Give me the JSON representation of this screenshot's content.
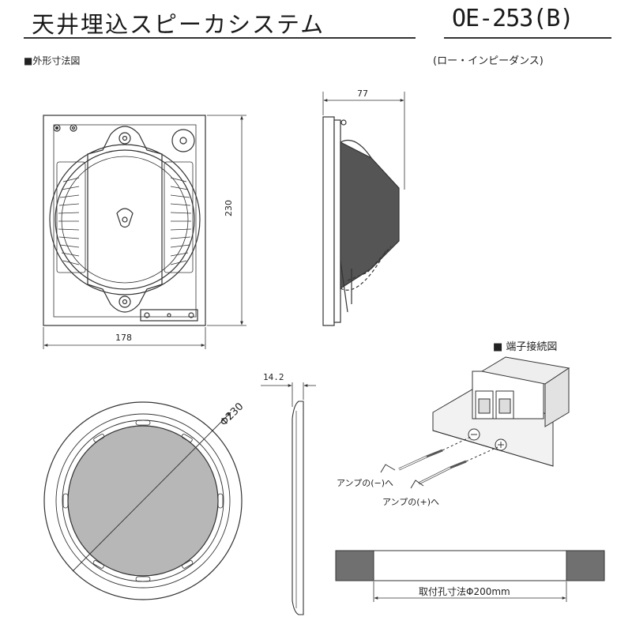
{
  "header": {
    "title": "天井埋込スピーカシステム",
    "model": "OE-253(B)",
    "subtitle": "(ロー・インピーダンス)"
  },
  "sections": {
    "outline": "■外形寸法図",
    "terminal": "■ 端子接続図"
  },
  "dimensions": {
    "width": "178",
    "height": "230",
    "depth": "77",
    "grille_depth": "14.2",
    "grille_diameter": "Φ230",
    "cutout": "取付孔寸法Φ200mm"
  },
  "terminal_labels": {
    "minus": "アンプの(−)へ",
    "plus": "アンプの(+)へ"
  }
}
